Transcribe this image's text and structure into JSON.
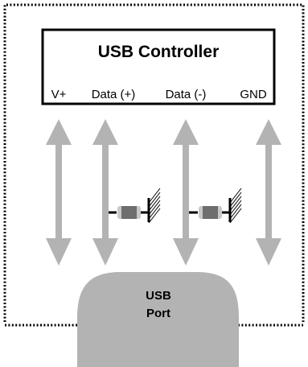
{
  "controller": {
    "title": "USB Controller",
    "pins": [
      {
        "label": "V+"
      },
      {
        "label": "Data (+)"
      },
      {
        "label": "Data (-)"
      },
      {
        "label": "GND"
      }
    ]
  },
  "port": {
    "label_line1": "USB",
    "label_line2": "Port"
  },
  "colors": {
    "border": "#000000",
    "arrow": "#b3b3b3",
    "port_fill": "#b3b3b3",
    "component_dark": "#6e6e6e",
    "component_light": "#c8c8c8"
  }
}
